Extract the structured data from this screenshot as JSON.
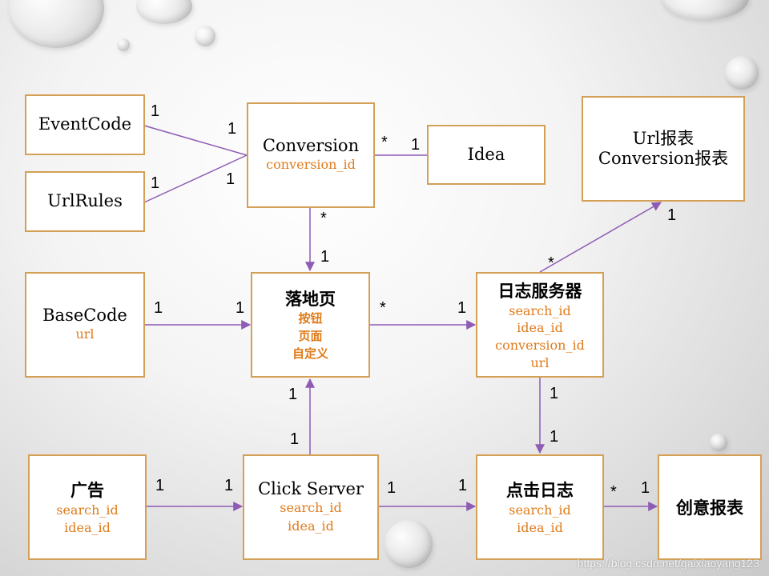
{
  "boxes": {
    "eventcode": {
      "title": "EventCode"
    },
    "urlrules": {
      "title": "UrlRules"
    },
    "conversion": {
      "title": "Conversion",
      "fields": [
        "conversion_id"
      ]
    },
    "idea": {
      "title": "Idea"
    },
    "report": {
      "lines": [
        "Url报表",
        "Conversion报表"
      ]
    },
    "basecode": {
      "title": "BaseCode",
      "fields": [
        "url"
      ]
    },
    "landing": {
      "title": "落地页",
      "fields": [
        "按钮",
        "页面",
        "自定义"
      ]
    },
    "logserver": {
      "title": "日志服务器",
      "fields": [
        "search_id",
        "idea_id",
        "conversion_id",
        "url"
      ]
    },
    "ad": {
      "title": "广告",
      "fields": [
        "search_id",
        "idea_id"
      ]
    },
    "clickserver": {
      "title": "Click Server",
      "fields": [
        "search_id",
        "idea_id"
      ]
    },
    "clicklog": {
      "title": "点击日志",
      "fields": [
        "search_id",
        "idea_id"
      ]
    },
    "creative": {
      "title": "创意报表"
    }
  },
  "multiplicities": {
    "eventcode_end": "1",
    "eventcode_conv": "1",
    "urlrules_end": "1",
    "urlrules_conv": "1",
    "conv_idea_many": "*",
    "idea_end": "1",
    "conv_landing_many": "*",
    "landing_top": "1",
    "basecode_end": "1",
    "landing_left": "1",
    "landing_right_many": "*",
    "logserver_left": "1",
    "logserver_top_many": "*",
    "report_end": "1",
    "landing_bottom": "1",
    "clickserver_top": "1",
    "ad_end": "1",
    "clickserver_left": "1",
    "clickserver_right": "1",
    "clicklog_left": "1",
    "logserver_bottom": "1",
    "clicklog_top": "1",
    "clicklog_right_many": "*",
    "creative_left": "1"
  },
  "watermark": "https://blog.csdn.net/gaixiaoyang123",
  "colors": {
    "border": "#d4a055",
    "field": "#e07b1a",
    "connector": "#8e5bb5"
  }
}
